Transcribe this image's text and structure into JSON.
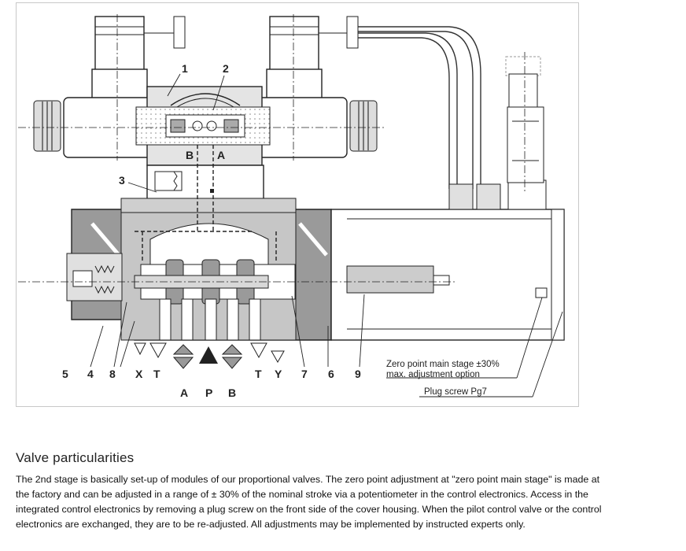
{
  "figure": {
    "callouts": [
      "1",
      "2",
      "3",
      "4",
      "5",
      "6",
      "7",
      "8",
      "9"
    ],
    "ports": {
      "X": "X",
      "T": "T",
      "A": "A",
      "P": "P",
      "B": "B",
      "Y": "Y",
      "pilot_B": "B",
      "pilot_A": "A"
    },
    "notes": {
      "zero_point": "Zero point main stage ±30%",
      "adjustment": "max. adjustment option",
      "plug_screw": "Plug screw Pg7"
    }
  },
  "section": {
    "heading": "Valve particularities",
    "body": "The 2nd stage is basically set-up of modules of our proportional valves. The zero point adjustment at \"zero point main stage\" is made at the factory and can be adjusted in a range of ± 30% of the nominal stroke via a potentiometer in the control electronics. Access in the integrated control electronics by removing a plug screw on the front side of the cover housing. When the pilot control valve or the control electronics are exchanged, they are to be re-adjusted. All adjustments may be implemented by instructed experts only."
  }
}
